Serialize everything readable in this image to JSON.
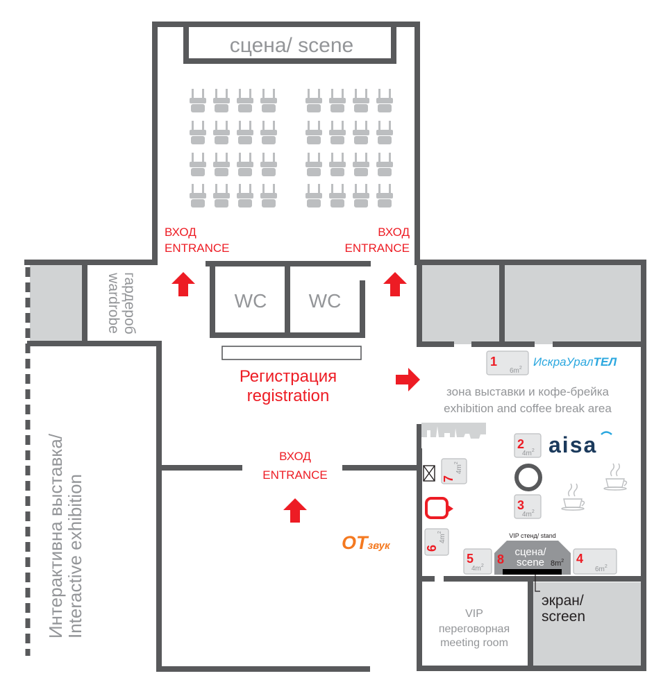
{
  "stage": {
    "label": "сцена/ scene"
  },
  "entrances": {
    "left": {
      "line1": "ВХОД",
      "line2": "ENTRANCE"
    },
    "right": {
      "line1": "ВХОД",
      "line2": "ENTRANCE"
    },
    "center": {
      "line1": "ВХОД",
      "line2": "ENTRANCE"
    }
  },
  "wardrobe": {
    "ru": "гардероб",
    "en": "wardrobe"
  },
  "wc": {
    "left": "WC",
    "right": "WC"
  },
  "registration": {
    "ru": "Регистрация",
    "en": "registration"
  },
  "exhibition_hall": {
    "ru": "Интерактивна выставка/",
    "en": "Interactive exhibition"
  },
  "coffee_area": {
    "ru": "зона выставки и кофе-брейка",
    "en": "exhibition and coffee break area"
  },
  "brands": {
    "iskra": "ИскраУрал",
    "iskra_bold": "ТЕЛ",
    "aisa": "aisa",
    "otzvuk_ot": "ОТ",
    "otzvuk_rest": "звук"
  },
  "stands": [
    {
      "num": "1",
      "area": "6m",
      "sup": "2"
    },
    {
      "num": "2",
      "area": "4m",
      "sup": "2"
    },
    {
      "num": "3",
      "area": "4m",
      "sup": "2"
    },
    {
      "num": "4",
      "area": "6m",
      "sup": "2"
    },
    {
      "num": "5",
      "area": "4m",
      "sup": "2"
    },
    {
      "num": "6",
      "area": "4m",
      "sup": "2"
    },
    {
      "num": "7",
      "area": "4m",
      "sup": "2"
    },
    {
      "num": "8",
      "area": "8m",
      "sup": "2"
    }
  ],
  "vip_stand": {
    "title": "VIP стенд/ stand",
    "line1": "сцена/",
    "line2": "scene"
  },
  "screen": {
    "line1": "экран/",
    "line2": "screen"
  },
  "meeting_room": {
    "line1": "VIP",
    "line2": "переговорная",
    "line3": "meeting room"
  },
  "colors": {
    "wall": "#58595b",
    "gray_fill": "#d1d3d4",
    "accent_red": "#ed1c24",
    "text_gray": "#939598",
    "chair": "#bcbec0",
    "iskra_blue": "#2aa7df",
    "aisa_navy": "#1b3a5c",
    "otzvuk_orange": "#f47920"
  },
  "icons": [
    "chair-icon",
    "up-arrow-icon",
    "right-arrow-icon",
    "coffee-cup-icon",
    "city-skyline-icon",
    "round-table-icon",
    "crossed-box-icon",
    "speech-bubble-icon"
  ]
}
